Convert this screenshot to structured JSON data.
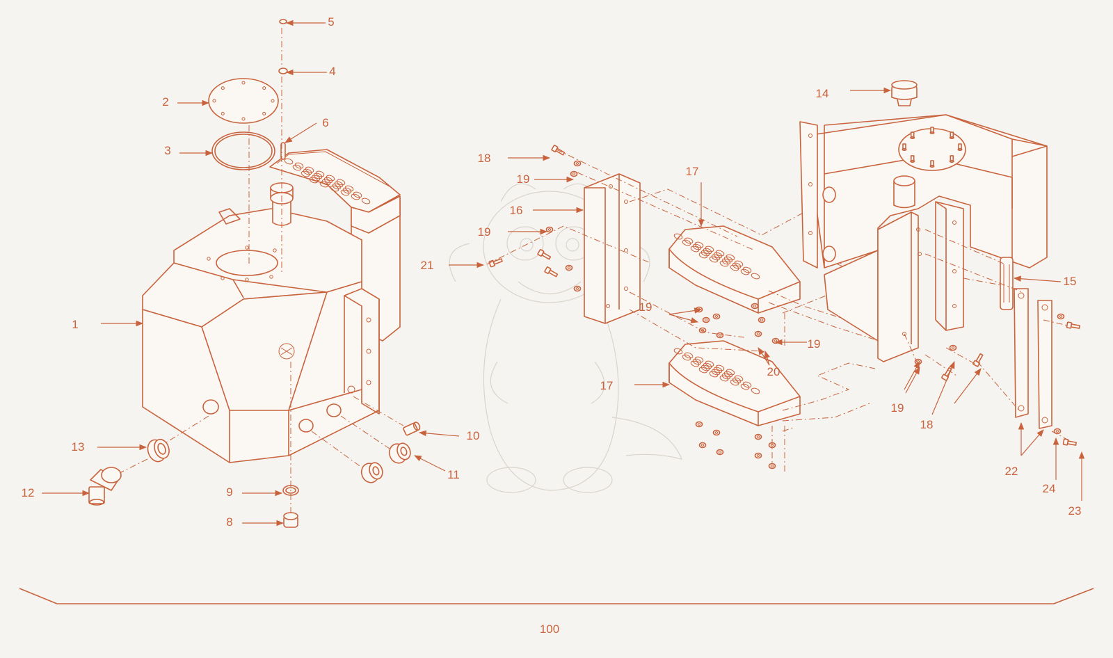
{
  "colors": {
    "background": "#f6f4f0",
    "line": "#c8633d",
    "fill": "#fbf7f2",
    "watermark": "#d9d4cc"
  },
  "callouts": [
    {
      "id": "c1",
      "text": "1"
    },
    {
      "id": "c2",
      "text": "2"
    },
    {
      "id": "c3",
      "text": "3"
    },
    {
      "id": "c4",
      "text": "4"
    },
    {
      "id": "c5",
      "text": "5"
    },
    {
      "id": "c6",
      "text": "6"
    },
    {
      "id": "c8",
      "text": "8"
    },
    {
      "id": "c9",
      "text": "9"
    },
    {
      "id": "c10",
      "text": "10"
    },
    {
      "id": "c11",
      "text": "11"
    },
    {
      "id": "c12",
      "text": "12"
    },
    {
      "id": "c13",
      "text": "13"
    },
    {
      "id": "c14",
      "text": "14"
    },
    {
      "id": "c15",
      "text": "15"
    },
    {
      "id": "c16",
      "text": "16"
    },
    {
      "id": "c17a",
      "text": "17"
    },
    {
      "id": "c17b",
      "text": "17"
    },
    {
      "id": "c18a",
      "text": "18"
    },
    {
      "id": "c18b",
      "text": "18"
    },
    {
      "id": "c19a",
      "text": "19"
    },
    {
      "id": "c19b",
      "text": "19"
    },
    {
      "id": "c19c",
      "text": "19"
    },
    {
      "id": "c19d",
      "text": "19"
    },
    {
      "id": "c19e",
      "text": "19"
    },
    {
      "id": "c20",
      "text": "20"
    },
    {
      "id": "c21",
      "text": "21"
    },
    {
      "id": "c22",
      "text": "22"
    },
    {
      "id": "c23",
      "text": "23"
    },
    {
      "id": "c24",
      "text": "24"
    }
  ],
  "assembly_label": "100"
}
